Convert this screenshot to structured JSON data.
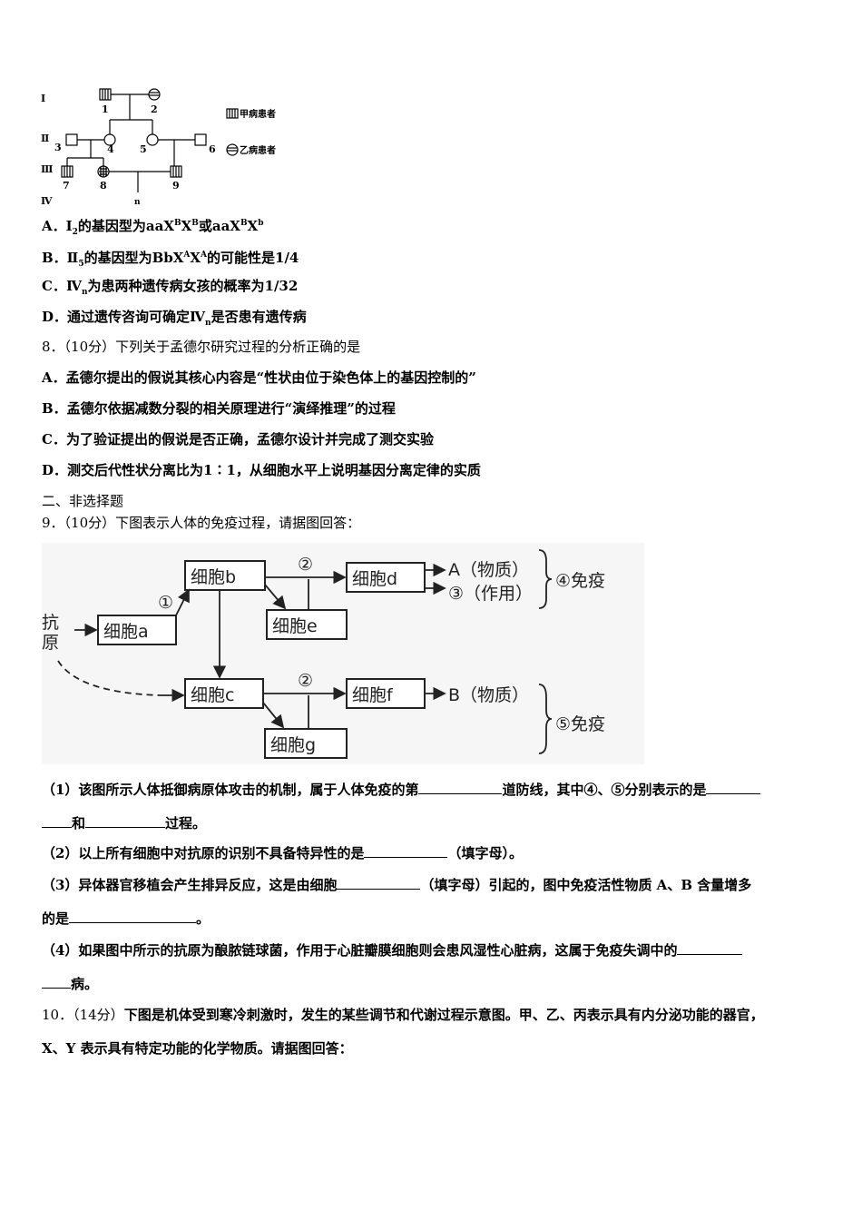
{
  "pedigree": {
    "generations": [
      "Ⅰ",
      "Ⅱ",
      "Ⅲ",
      "Ⅳ"
    ],
    "ids": [
      "1",
      "2",
      "3",
      "4",
      "5",
      "6",
      "7",
      "8",
      "9",
      "n"
    ],
    "legend_a": "甲病患者",
    "legend_b": "乙病患者"
  },
  "q7": {
    "optA": {
      "pre": "A．Ⅰ",
      "sub1": "2",
      "mid": "的基因型为aaX",
      "s1": "B",
      "t1": "X",
      "s2": "B",
      "t2": "或aaX",
      "s3": "B",
      "t3": "X",
      "s4": "b"
    },
    "optB": {
      "pre": "B．Ⅱ",
      "sub1": "5",
      "mid": "的基因型为BbX",
      "s1": "A",
      "t1": "X",
      "s2": "A",
      "t2": "的可能性是1/4"
    },
    "optC": {
      "pre": "C．Ⅳ",
      "sub1": "n",
      "post": "为患两种遗传病女孩的概率为1/32"
    },
    "optD": {
      "pre": "D．通过遗传咨询可确定Ⅳ",
      "sub1": "n",
      "post": "是否患有遗传病"
    }
  },
  "q8": {
    "stem": "8．（10分）下列关于孟德尔研究过程的分析正确的是",
    "optA": "A．孟德尔提出的假说其核心内容是“性状由位于染色体上的基因控制的”",
    "optB": "B．孟德尔依据减数分裂的相关原理进行“演绎推理”的过程",
    "optC": "C．为了验证提出的假说是否正确，孟德尔设计并完成了测交实验",
    "optD": "D．测交后代性状分离比为1∶1，从细胞水平上说明基因分离定律的实质"
  },
  "section2": "二、非选择题",
  "q9": {
    "stem": "9．（10分）下图表示人体的免疫过程，请据图回答：",
    "diagram": {
      "antigen": [
        "抗",
        "原"
      ],
      "cell_a": "细胞a",
      "cell_b": "细胞b",
      "cell_c_top": "细胞c",
      "cell_d": "细胞d",
      "cell_e": "细胞e",
      "cell_f": "细胞f",
      "cell_g": "细胞g",
      "n1": "①",
      "n2_top": "②",
      "n2_bottom": "②",
      "A_sub": "A（物质）",
      "n3": "③（作用）",
      "B_sub": "B（物质）",
      "imm4": "④免疫",
      "imm5": "⑤免疫"
    },
    "p1a": "（1）该图所示人体抵御病原体攻击的机制，属于人体免疫的第",
    "p1b": "道防线，其中④、⑤分别表示的是",
    "p1c": "和",
    "p1d": "过程。",
    "p2a": "（2）以上所有细胞中对抗原的识别不具备特异性的是",
    "p2b": "（填字母）。",
    "p3a": "（3）异体器官移植会产生排异反应，这是由细胞",
    "p3b": "（填字母）引起的，图中免疫活性物质 A、B 含量增多",
    "p3c": "的是",
    "p3d": "。",
    "p4a": "（4）如果图中所示的抗原为酿脓链球菌，作用于心脏瓣膜细胞则会患风湿性心脏病，这属于免疫失调中的",
    "p4b": "病。"
  },
  "q10": {
    "line1a": "10．（14分）",
    "line1b": "下图是机体受到寒冷刺激时，发生的某些调节和代谢过程示意图。甲、乙、丙表示具有内分泌功能的器官，",
    "line2": "X、Y 表示具有特定功能的化学物质。请据图回答："
  }
}
